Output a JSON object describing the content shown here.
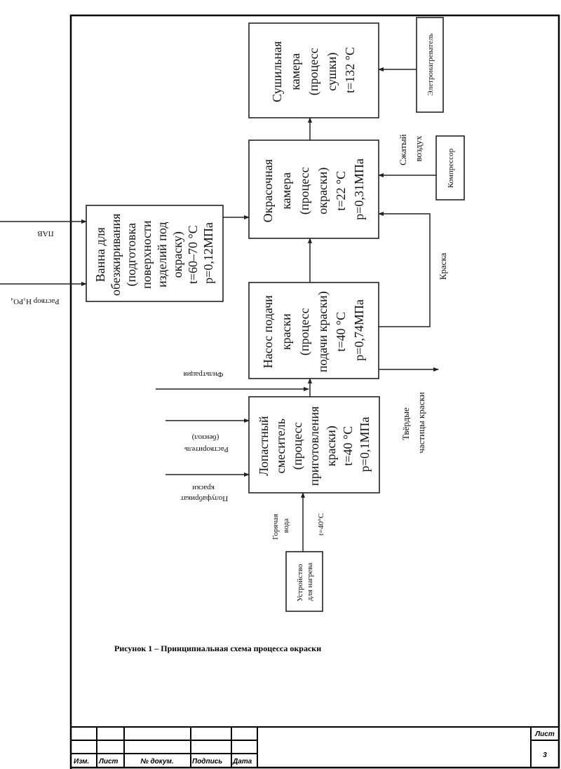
{
  "blocks": {
    "degreasing": [
      "Ванна для",
      "обезжиривания",
      "(подготовка",
      "поверхности",
      "изделий под",
      "окраску)",
      "t=60–70 °C",
      "p=0,12МПа"
    ],
    "painting": [
      "Окрасочная",
      "камера",
      "(процесс",
      "окраски)",
      "t=22 °C",
      "p=0,31МПа"
    ],
    "drying": [
      "Сушильная",
      "камера",
      "(процесс",
      "сушки)",
      "t=132 °C"
    ],
    "pump": [
      "Насос подачи",
      "краски",
      "(процесс",
      "подачи краски)",
      "t=40 °C",
      "p=0,74МПа"
    ],
    "mixer": [
      "Лопастный",
      "смеситель",
      "(процесс",
      "приготовления",
      "краски)",
      "t=40 °C",
      "p=0,1МПа"
    ],
    "heating_device": [
      "Устройство",
      "для нагрева"
    ],
    "electric_heater": "Элетронагреватель",
    "compressor": "Компрессор"
  },
  "labels": {
    "surfactant": "ПАВ",
    "phosphoric_solution": "Раствор H₃PO₄",
    "semi_product": [
      "Полуфабрикат",
      "краски"
    ],
    "solvent": [
      "Растворитель",
      "(бензол)"
    ],
    "filtration": "Фильтрация",
    "hot_water": [
      "Горячая",
      "вода"
    ],
    "hot_water_temp": "t=40°C",
    "solid_particles": [
      "Твёрдые",
      "частицы краски"
    ],
    "paint": "Краска",
    "compressed_air": [
      "Сжатый",
      "воздух"
    ]
  },
  "caption": "Рисунок 1 – Принципиальная схема процесса окраски",
  "title_block": {
    "headers": [
      "Изм.",
      "Лист",
      "№ докум.",
      "Подпись",
      "Дата"
    ],
    "sheet_label": "Лист",
    "sheet_number": "3"
  }
}
